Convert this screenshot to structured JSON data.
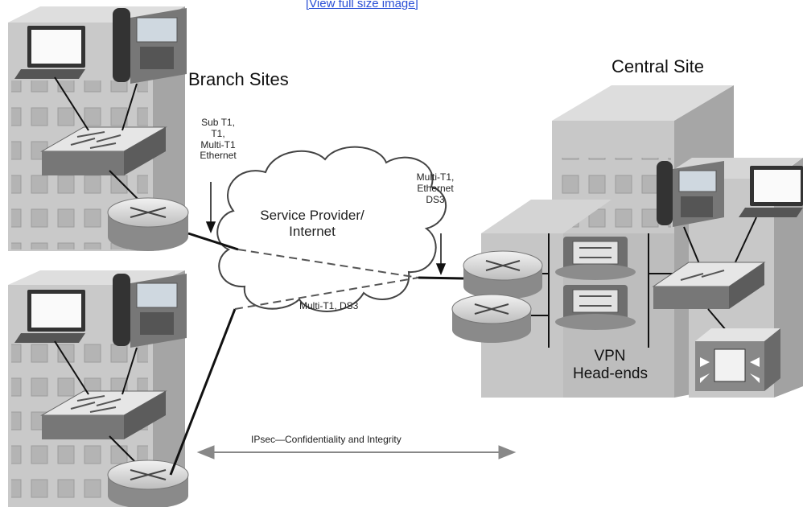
{
  "header": {
    "link_text": "[View full size image]"
  },
  "labels": {
    "branch_sites": "Branch Sites",
    "central_site": "Central Site",
    "branch_link_types": [
      "Sub T1,",
      "T1,",
      "Multi-T1",
      "Ethernet"
    ],
    "central_link_types": [
      "Multi-T1,",
      "Ethernet",
      "DS3"
    ],
    "cloud": [
      "Service Provider/",
      "Internet"
    ],
    "lower_link": "Multi-T1, DS3",
    "vpn": [
      "VPN",
      "Head-ends"
    ],
    "ipsec": "IPsec—Confidentiality and Integrity"
  },
  "colors": {
    "building_front": "#c8c8c8",
    "building_side": "#a9a9a9",
    "building_top": "#dcdcdc",
    "window": "#b3b3b3",
    "cloud_fill": "#ffffff",
    "cloud_stroke": "#444444",
    "device_fill": "#e8e8e8",
    "line": "#111111",
    "arrow": "#888888"
  },
  "icons": [
    "laptop-icon",
    "ip-phone-icon",
    "switch-icon",
    "router-icon",
    "vpn-concentrator-icon",
    "pbx-icon",
    "cloud-icon"
  ]
}
